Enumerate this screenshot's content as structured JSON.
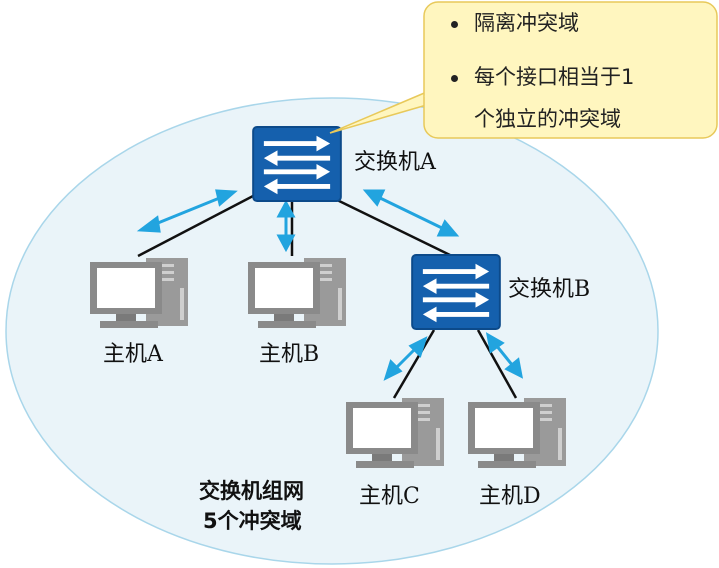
{
  "callout": {
    "items": [
      "隔离冲突域",
      "每个接口相当于1",
      "个独立的冲突域"
    ]
  },
  "devices": {
    "switch_a": "交换机A",
    "switch_b": "交换机B",
    "host_a": "主机A",
    "host_b": "主机B",
    "host_c": "主机C",
    "host_d": "主机D"
  },
  "summary": {
    "line1": "交换机组网",
    "line2": "5个冲突域"
  },
  "colors": {
    "domain_fill": "#eaf4f9",
    "domain_stroke": "#a9d6ea",
    "switch_blue": "#1560ad",
    "arrow_cyan": "#22a4df",
    "callout_fill": "#fff6bf",
    "callout_stroke": "#e8c95a",
    "pc_gray": "#8a8a8a"
  },
  "icons": [
    "switch-icon",
    "computer-icon",
    "bidirectional-arrow-icon"
  ]
}
